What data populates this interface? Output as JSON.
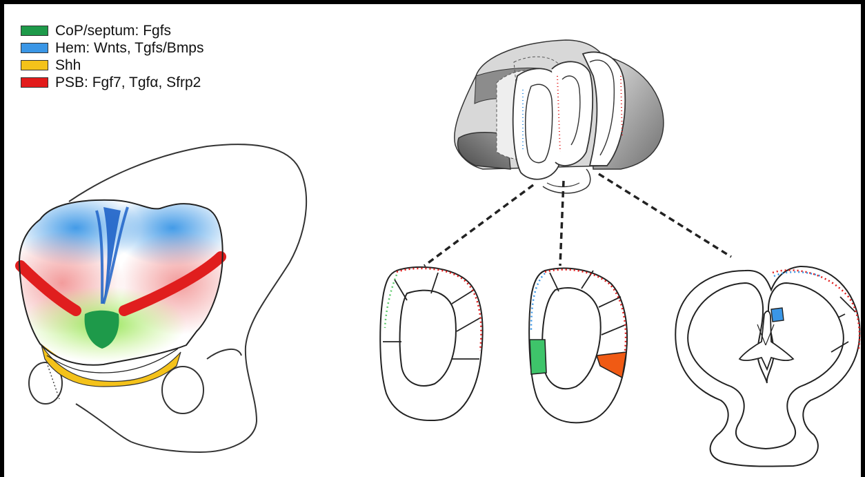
{
  "legend": [
    {
      "label": "CoP/septum: Fgfs",
      "color": "#1e9a4a"
    },
    {
      "label": "Hem: Wnts, Tgfs/Bmps",
      "color": "#3a96e6"
    },
    {
      "label": "Shh",
      "color": "#f4c21a"
    },
    {
      "label": "PSB: Fgf7, Tgfα, Sfrp2",
      "color": "#e21b1b"
    }
  ],
  "colors": {
    "copseptum": "#1e9a4a",
    "hem": "#3a96e6",
    "shh": "#f4c21a",
    "psb": "#e21b1b",
    "psb_section": "#f05a14",
    "outline": "#222222"
  }
}
